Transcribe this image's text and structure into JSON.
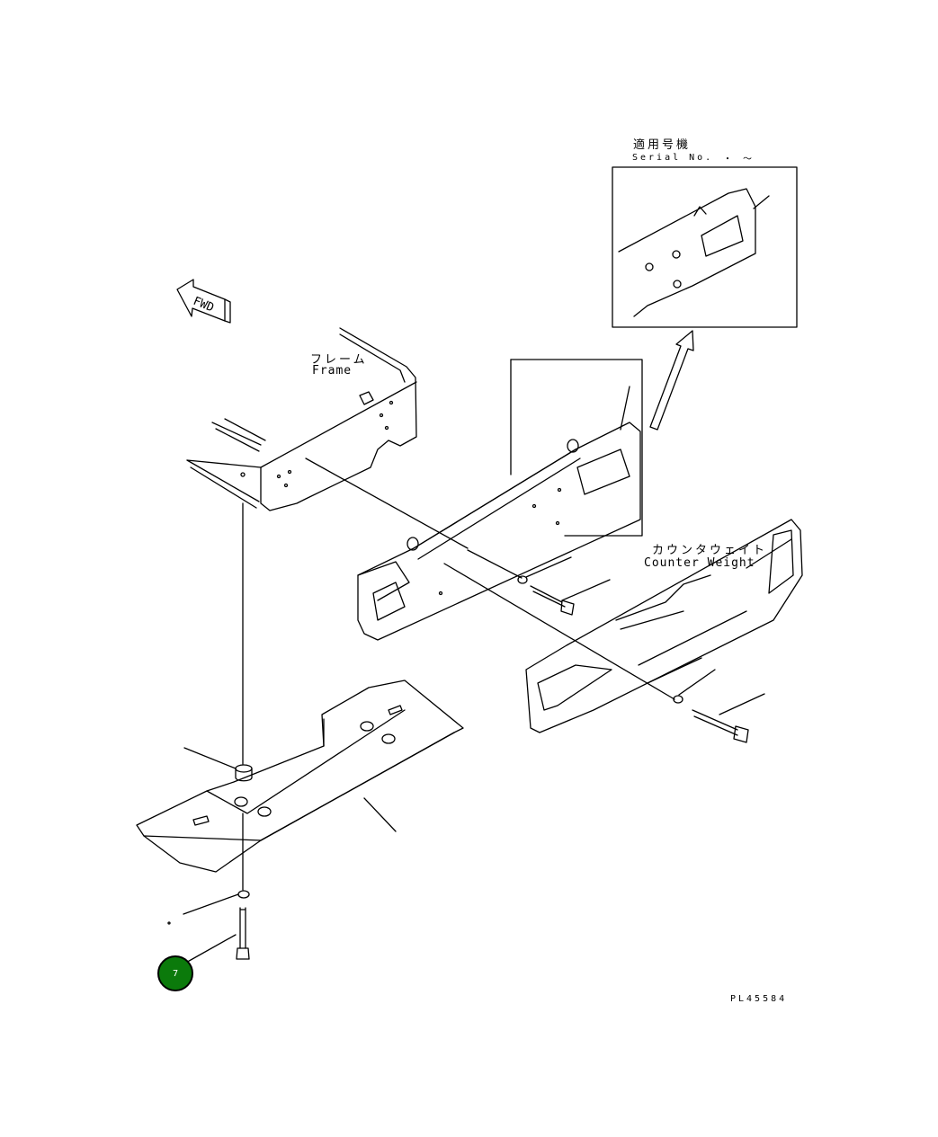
{
  "serial": {
    "jp": "適用号機",
    "en": "Serial No.",
    "range": "・ ～"
  },
  "frame_label": {
    "jp": "フレーム",
    "en": "Frame"
  },
  "counterweight_label": {
    "jp": "カウンタウェイト",
    "en": "Counter Weight"
  },
  "fwd_label": "FWD",
  "drawing_number": "PL45584",
  "callout": {
    "number": "7",
    "color": "#0b7a0b"
  },
  "colors": {
    "line": "#000000",
    "background": "#ffffff"
  }
}
